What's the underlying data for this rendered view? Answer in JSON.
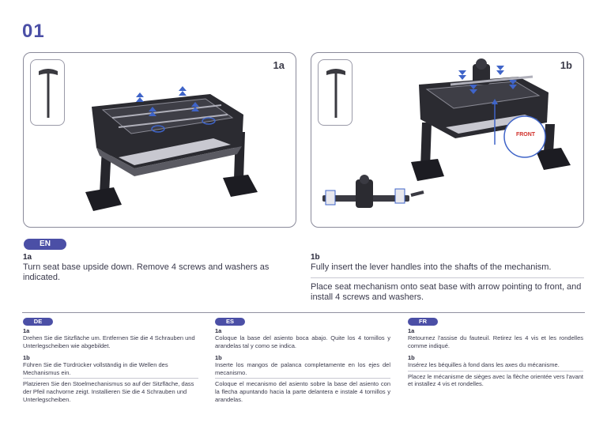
{
  "step": "01",
  "panels": {
    "a": {
      "label": "1a",
      "tool_icon": "t-handle-hex-key-icon"
    },
    "b": {
      "label": "1b",
      "tool_icon": "t-handle-hex-key-icon",
      "front_tag": "FRONT"
    }
  },
  "colors": {
    "accent": "#4b4fa6",
    "arrow_blue": "#3f64c8",
    "front_red": "#d0302a"
  },
  "en": {
    "lang": "EN",
    "a_heading": "1a",
    "a_text": "Turn seat base upside down. Remove 4 screws and washers as indicated.",
    "b_heading": "1b",
    "b_text1": "Fully insert the lever handles into the shafts of the mechanism.",
    "b_text2": "Place seat mechanism onto seat base with arrow pointing to front, and install 4 screws and washers."
  },
  "de": {
    "lang": "DE",
    "a_heading": "1a",
    "a_text": "Drehen Sie die Sitzfläche um. Entfernen Sie die 4 Schrauben und Unterlegscheiben wie abgebildet.",
    "b_heading": "1b",
    "b_text1": "Führen Sie die Türdrücker vollständig in die Wellen des Mechanismus ein.",
    "b_text2": "Platzieren Sie den Stoelmechanismus so auf der Sitzfläche, dass der Pfeil nachvorne zeigt. Installieren Sie die 4 Schrauben und Unterlegscheiben."
  },
  "es": {
    "lang": "ES",
    "a_heading": "1a",
    "a_text": "Coloque la base del asiento boca abajo. Quite los 4 tornillos y arandelas tal y como se indica.",
    "b_heading": "1b",
    "b_text1": "Inserte los mangos de palanca completamente en los ejes del mecanismo.",
    "b_text2": "Coloque el mecanismo del asiento sobre la base del asiento con la flecha apuntando hacia la parte delantera e instale 4 tornillos y arandelas."
  },
  "fr": {
    "lang": "FR",
    "a_heading": "1a",
    "a_text": "Retournez l'assise du fauteuil. Retirez les 4 vis et les rondelles comme indiqué.",
    "b_heading": "1b",
    "b_text1": "Insérez les béquilles à fond dans les axes du mécanisme.",
    "b_text2": "Placez le mécanisme de sièges avec la flèche orientée vers l'avant et installez 4 vis et rondelles."
  }
}
